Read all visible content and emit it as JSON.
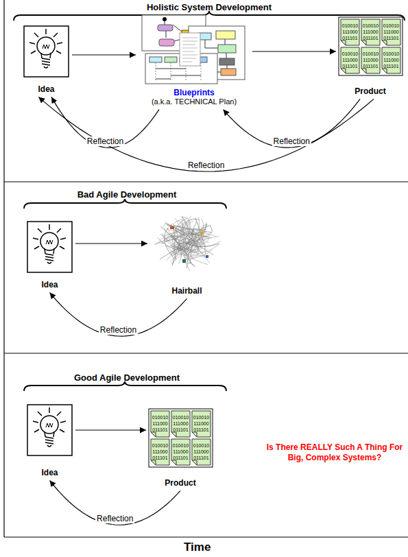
{
  "diagram": {
    "nodes": [
      {
        "text": [
          "Holistic System Development"
        ]
      },
      {
        "text": [
          "Idea"
        ],
        "in": 0
      },
      {
        "text": [
          "Blueprints",
          "(a.k.a. TECHNICAL Plan)"
        ],
        "in": 0
      },
      {
        "text": [
          "Product"
        ],
        "in": 0
      },
      {
        "text": [
          "Bad Agile Development"
        ]
      },
      {
        "text": [
          "Idea"
        ],
        "in": 4
      },
      {
        "text": [
          "Hairball"
        ],
        "in": 4
      },
      {
        "text": [
          "Good Agile Development"
        ]
      },
      {
        "text": [
          "Idea"
        ],
        "in": 7
      },
      {
        "text": [
          "Product"
        ],
        "in": 7
      }
    ],
    "edges": [
      {
        "from": 1,
        "to": 2,
        "arrow": "to"
      },
      {
        "from": 2,
        "to": 3,
        "arrow": "to"
      },
      {
        "from": 2,
        "to": 1,
        "label": "Reflection",
        "arrow": "to"
      },
      {
        "from": 3,
        "to": 2,
        "label": "Reflection",
        "arrow": "to"
      },
      {
        "from": 3,
        "to": 1,
        "label": "Reflection",
        "arrow": "to"
      },
      {
        "from": 5,
        "to": 6,
        "arrow": "to"
      },
      {
        "from": 6,
        "to": 5,
        "label": "Reflection",
        "arrow": "to"
      },
      {
        "from": 8,
        "to": 9,
        "arrow": "to"
      },
      {
        "from": 9,
        "to": 8,
        "label": "Reflection",
        "arrow": "to"
      }
    ],
    "labels": [
      "010010 111000 011101",
      "010010 111000 011101",
      "010010 111000 011101",
      "010010 111000 011101",
      "010010 111000 011101",
      "010010 111000 011101",
      "010010 111000 011101",
      "010010 111000 011101",
      "010010 111000 011101",
      "010010 111000 011101",
      "010010 111000 011101",
      "010010 111000 011101",
      "Is There REALLY Such A Thing For Big, Complex Systems?",
      "Time"
    ]
  }
}
